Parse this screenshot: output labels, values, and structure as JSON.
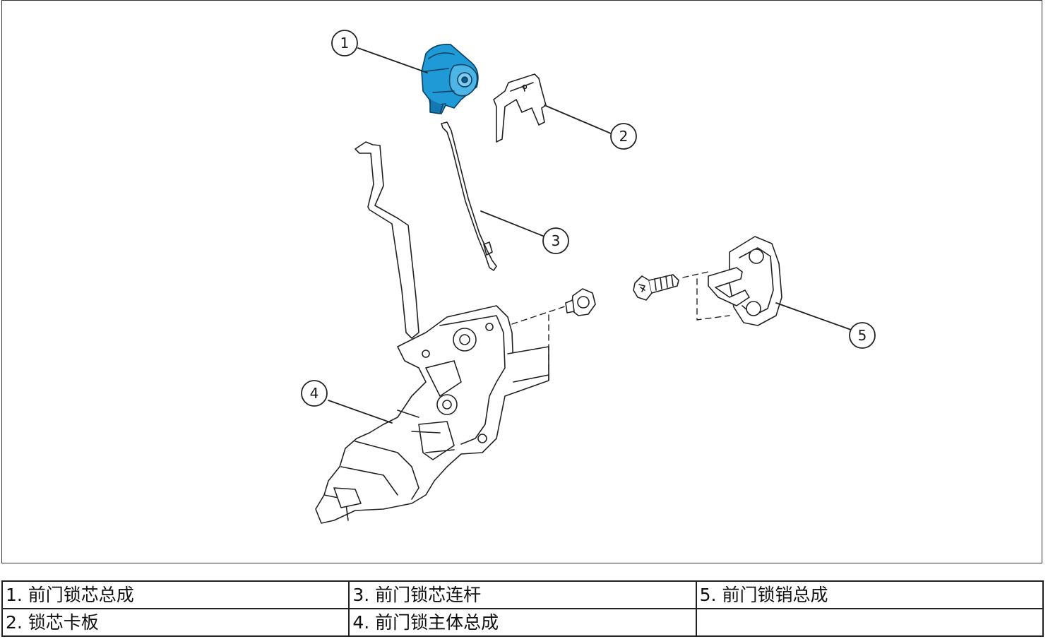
{
  "callouts": [
    {
      "num": "1"
    },
    {
      "num": "2"
    },
    {
      "num": "3"
    },
    {
      "num": "4"
    },
    {
      "num": "5"
    }
  ],
  "legend": {
    "rows": [
      [
        "1. 前门锁芯总成",
        "3. 前门锁芯连杆",
        "5. 前门锁销总成"
      ],
      [
        "2. 锁芯卡板",
        "4. 前门锁主体总成",
        ""
      ]
    ]
  },
  "colors": {
    "highlight": "#1f9ad6",
    "highlight_dark": "#0a5c8a",
    "line": "#222222"
  }
}
